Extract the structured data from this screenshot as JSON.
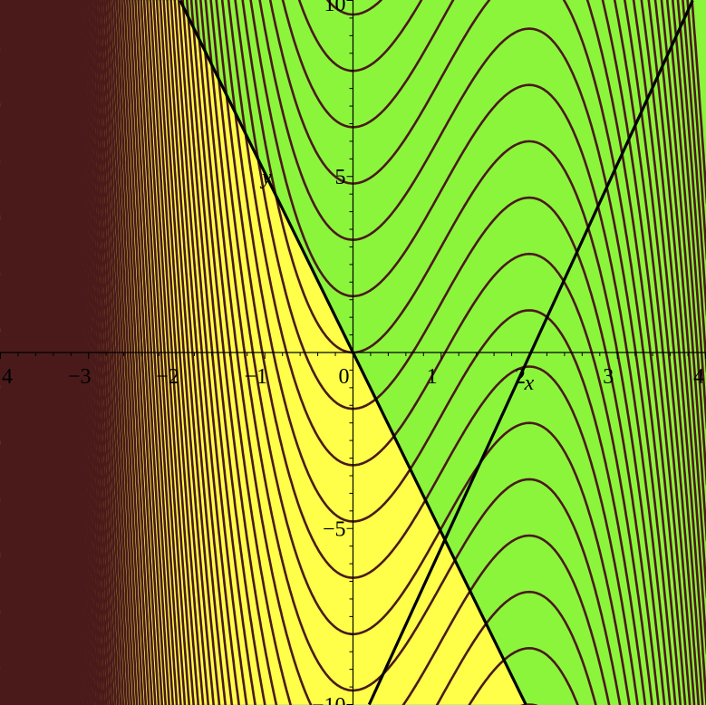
{
  "chart_data": {
    "type": "contour",
    "xlabel": "x",
    "ylabel": "y",
    "xlim": [
      -4,
      4
    ],
    "ylim": [
      -10,
      10
    ],
    "x_ticks": [
      {
        "value": -4,
        "label": "4"
      },
      {
        "value": -3,
        "label": "−3"
      },
      {
        "value": -2,
        "label": "−2"
      },
      {
        "value": -1,
        "label": "−1"
      },
      {
        "value": 0,
        "label": "0"
      },
      {
        "value": 1,
        "label": "1"
      },
      {
        "value": 2,
        "label": "2"
      },
      {
        "value": 3,
        "label": "3"
      },
      {
        "value": 4,
        "label": "4"
      }
    ],
    "y_ticks": [
      {
        "value": 10,
        "label": "10"
      },
      {
        "value": 5,
        "label": "5"
      },
      {
        "value": -5,
        "label": "−5"
      },
      {
        "value": -10,
        "label": "−10"
      }
    ],
    "regions": [
      {
        "name": "yellow region",
        "color": "#FFFF4A",
        "bounded_by_line": {
          "slope": -5.1,
          "intercept": 0
        }
      },
      {
        "name": "green region",
        "color": "#8BF53C"
      }
    ],
    "boundary_lines": [
      {
        "slope": -5.1,
        "intercept": 0
      },
      {
        "slope": 5.45,
        "intercept": -11.0
      }
    ],
    "contour_color": "#4A1A1A",
    "colors": {
      "yellow": "#FFFF4A",
      "green": "#8BF53C",
      "contour": "#4A1A1A",
      "axes": "#000000"
    }
  }
}
